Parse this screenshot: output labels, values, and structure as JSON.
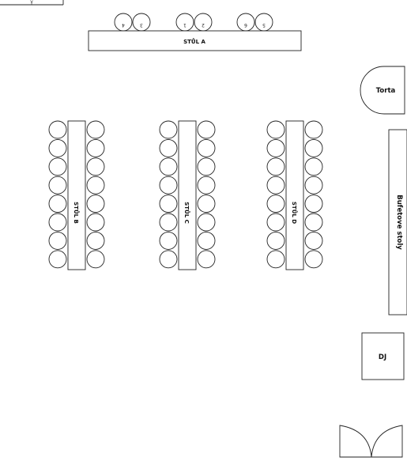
{
  "corner_label": "γ",
  "table_a": {
    "label": "STŮL A",
    "seat_numbers": [
      "4",
      "3",
      "1",
      "2",
      "6",
      "5"
    ]
  },
  "table_b": {
    "label": "STŮL B"
  },
  "table_c": {
    "label": "STŮL C"
  },
  "table_d": {
    "label": "STŮL D"
  },
  "cake": {
    "label": "Torta"
  },
  "buffet": {
    "label": "Bufetove stoly"
  },
  "dj": {
    "label": "DJ"
  },
  "entrance": {
    "label": ""
  }
}
